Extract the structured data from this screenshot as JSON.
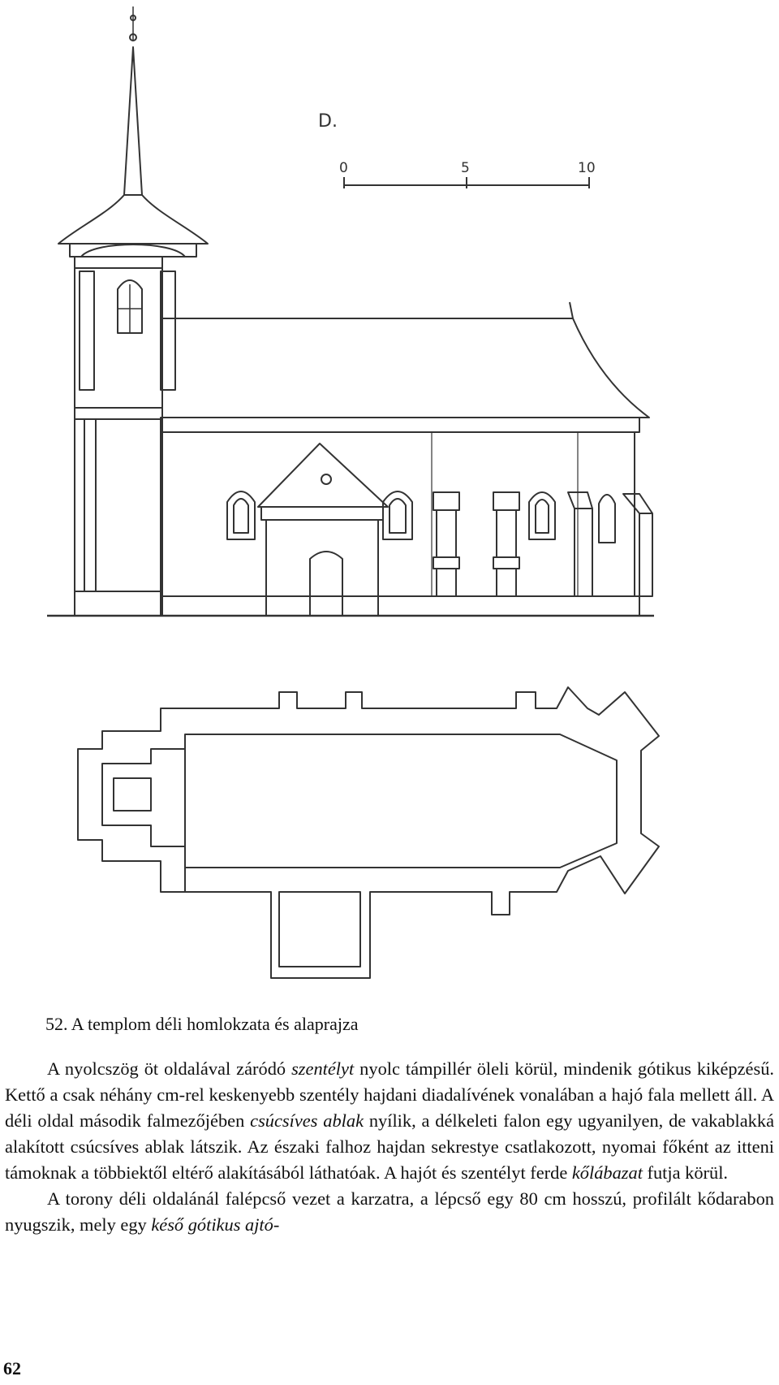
{
  "figure": {
    "direction_label": "D.",
    "scale_ticks": [
      "0",
      "5",
      "10"
    ]
  },
  "caption": "52. A templom déli homlokzata és alaprajza",
  "paragraphs": [
    [
      {
        "t": "A nyolcszög öt oldalával záródó "
      },
      {
        "t": "szentélyt",
        "i": true
      },
      {
        "t": " nyolc támpillér öleli kö­rül, mindenik gótikus kiképzésű. Kettő a csak néhány cm-rel keske­nyebb szentély hajdani diadalívének vonalában a hajó fala mellett áll. A déli oldal második falmezőjében "
      },
      {
        "t": "csúcsíves ablak",
        "i": true
      },
      {
        "t": " nyílik, a délkeleti falon egy ugyanilyen, de vakablakká alakított csúcsíves ablak látszik. Az északi falhoz hajdan sekrestye csatlakozott, nyomai főként az itteni támoknak a többiektől eltérő alakításából láthatóak. A hajót és szen­télyt ferde "
      },
      {
        "t": "kőlábazat",
        "i": true
      },
      {
        "t": " futja körül."
      }
    ],
    [
      {
        "t": "A torony déli oldalánál falépcső vezet a karzatra, a lépcső egy 80 cm hosszú, profilált kődarabon nyugszik, mely egy "
      },
      {
        "t": "késő gótikus ajtó-",
        "i": true
      }
    ]
  ],
  "page_number": "62"
}
